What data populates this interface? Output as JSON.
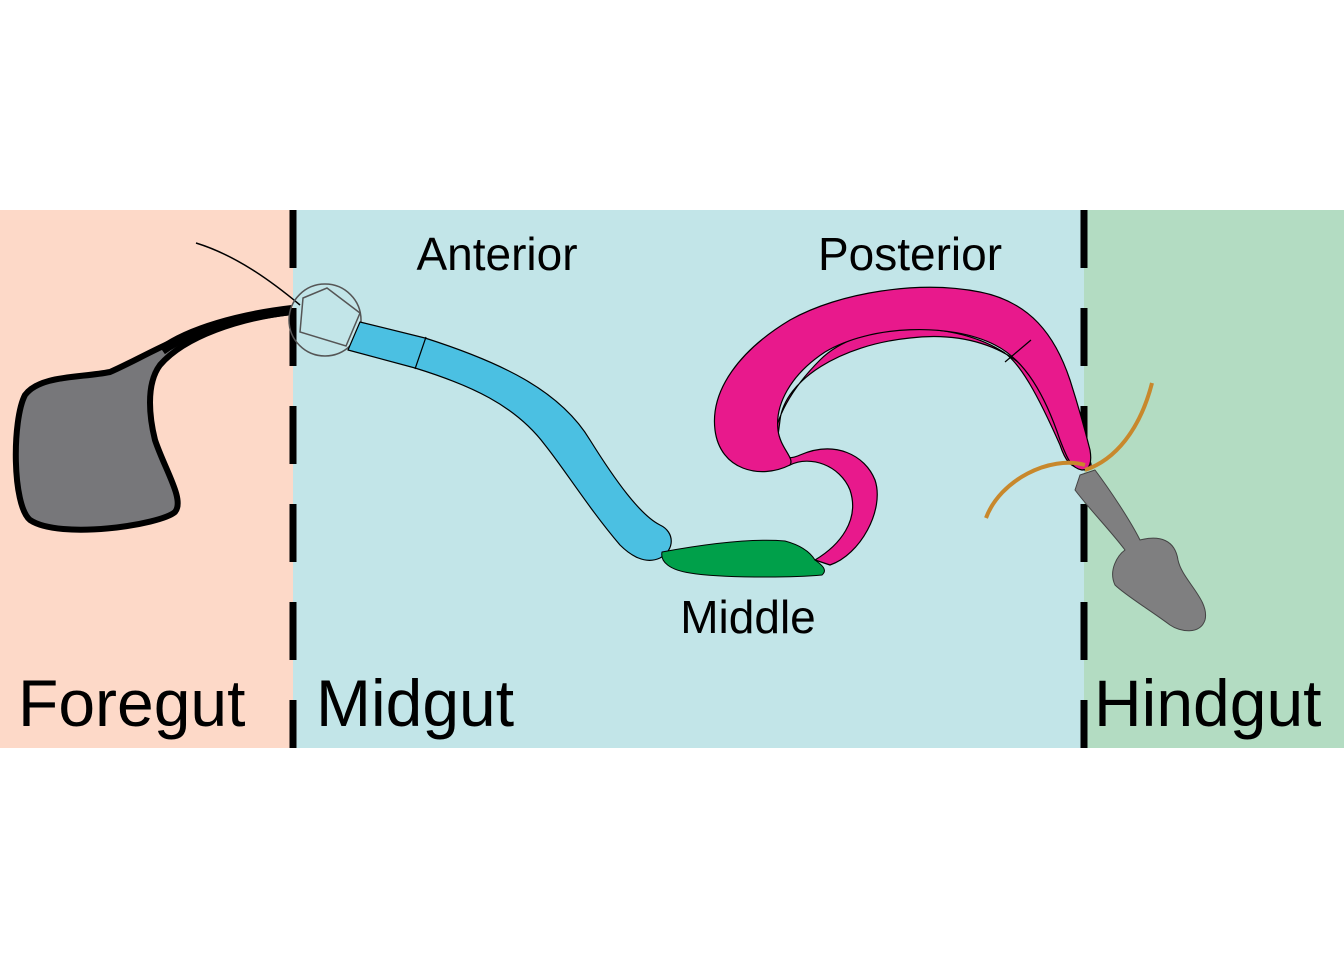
{
  "regions": {
    "foregut": {
      "label": "Foregut",
      "color": "#fdd9c8"
    },
    "midgut": {
      "label": "Midgut",
      "color": "#c2e5e8"
    },
    "hindgut": {
      "label": "Hindgut",
      "color": "#b3dcc2"
    }
  },
  "segments": {
    "anterior": {
      "label": "Anterior",
      "color": "#4bc0e2"
    },
    "middle": {
      "label": "Middle",
      "color": "#00a04a"
    },
    "posterior": {
      "label": "Posterior",
      "color": "#e8198c"
    }
  },
  "organ_colors": {
    "crop": "#77777a",
    "hindgut_tube": "#7f7f80",
    "malpighian_tubules": "#c8882c",
    "boundary_line": "#000000"
  }
}
